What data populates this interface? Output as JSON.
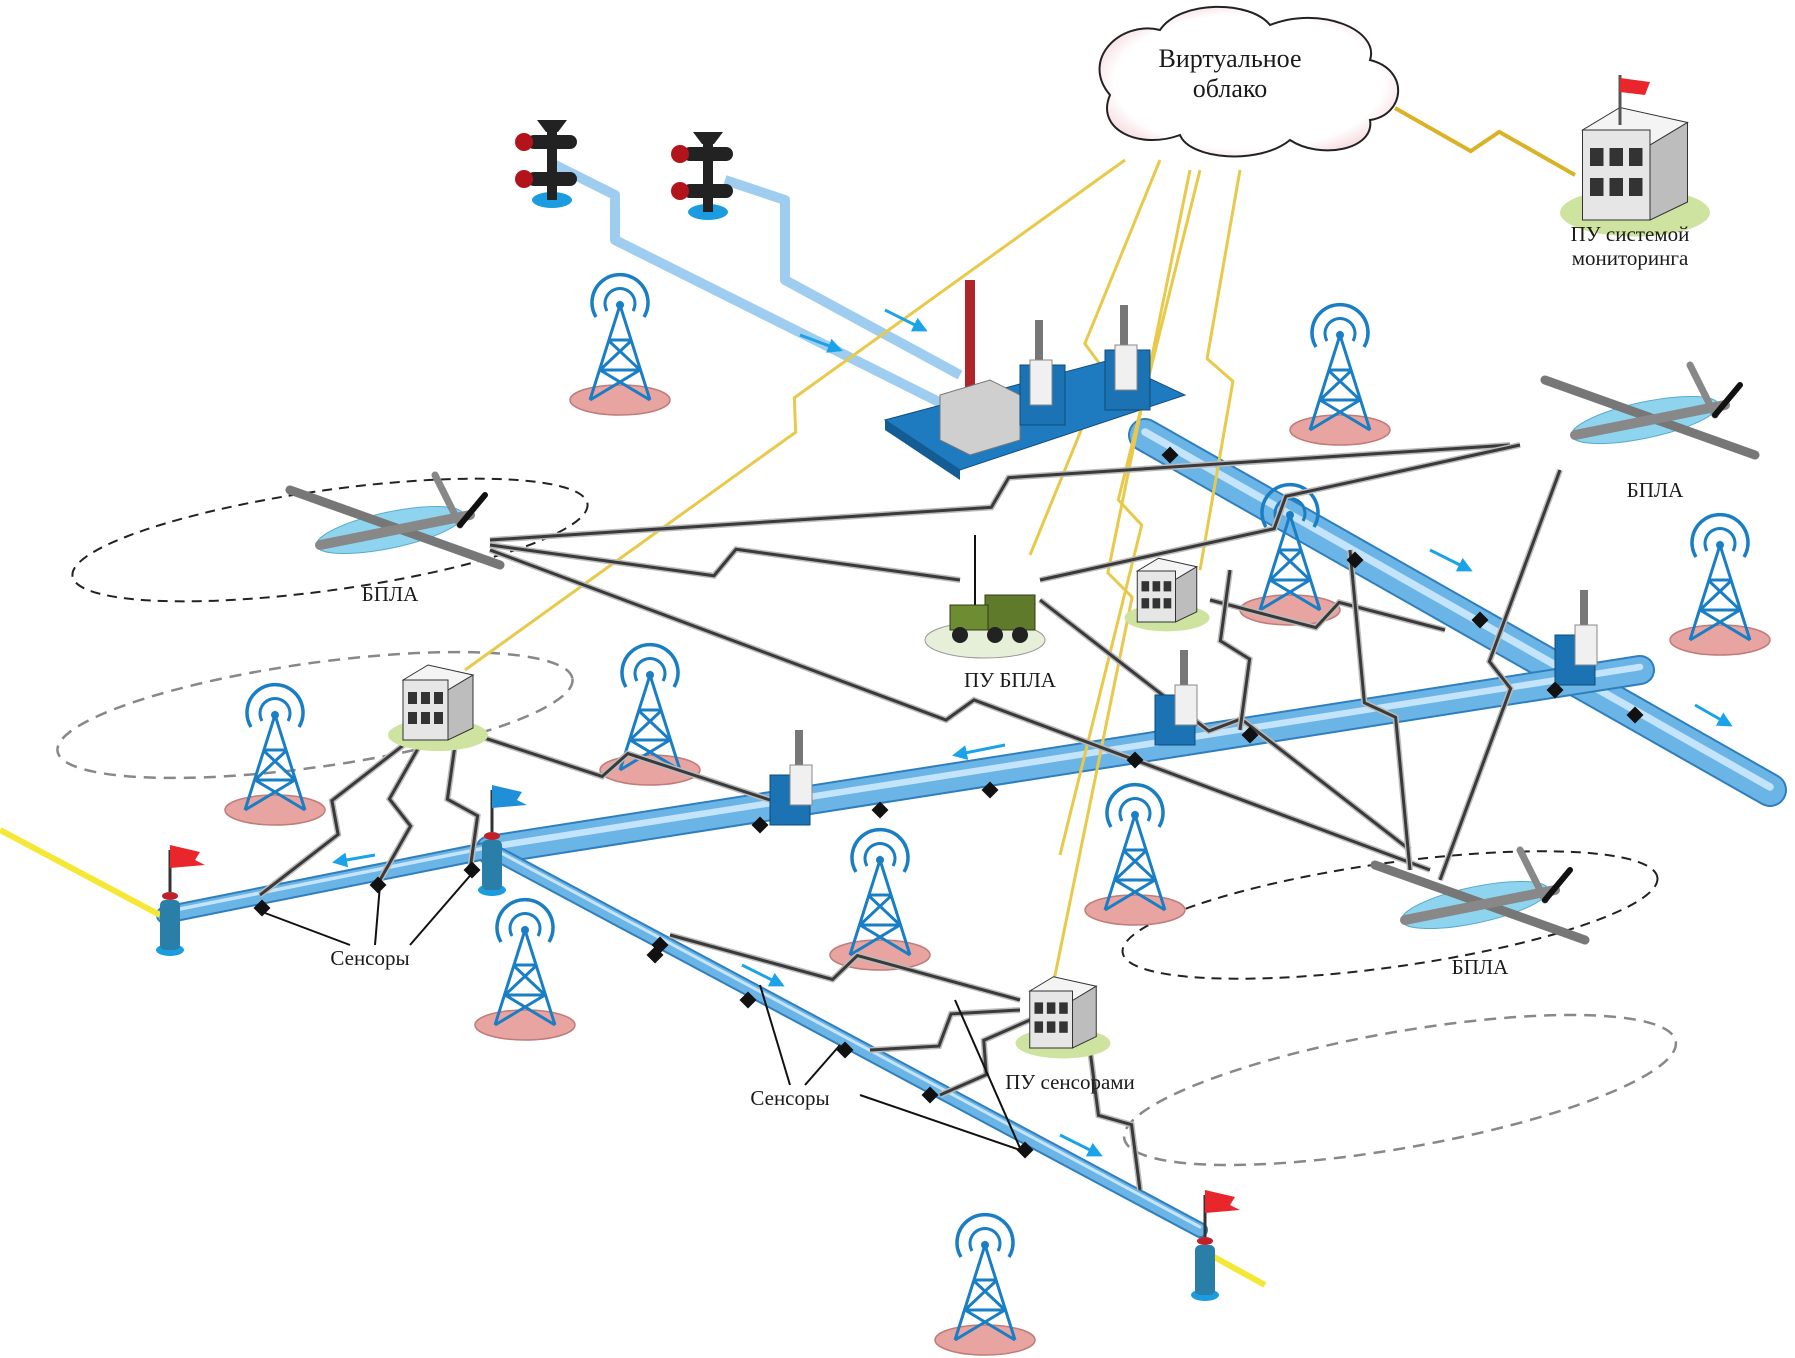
{
  "diagram": {
    "title": "Pipeline monitoring system with UAVs, sensors and virtual cloud",
    "colors": {
      "pipe_main": "#6bb4e6",
      "pipe_edge": "#2f7fbf",
      "pipe_light": "#9fcdf0",
      "station_blue": "#1f7bc0",
      "tower_blue": "#1a7ec4",
      "tower_base": "#e8a4a0",
      "cloud_link": "#f5e05a",
      "radio_link": "#3a3a3a",
      "flag_red": "#e8262b",
      "flag_blue": "#1f8fd8",
      "arrow": "#1aa3e8",
      "uav_ellipse": "#8fd4ee",
      "node_base": "#cfe3a0",
      "yellow_cable": "#f5e834"
    },
    "cloud": {
      "label_line1": "Виртуальное",
      "label_line2": "облако"
    },
    "control_center": {
      "label_line1": "ПУ системой",
      "label_line2": "мониторинга"
    },
    "uav_control": {
      "label": "ПУ БПЛА"
    },
    "sensor_control": {
      "label": "ПУ сенсорами"
    },
    "uavs": [
      {
        "label": "БПЛА"
      },
      {
        "label": "БПЛА"
      },
      {
        "label": "БПЛА"
      }
    ],
    "sensor_groups": [
      {
        "label": "Сенсоры"
      },
      {
        "label": "Сенсоры"
      }
    ]
  }
}
